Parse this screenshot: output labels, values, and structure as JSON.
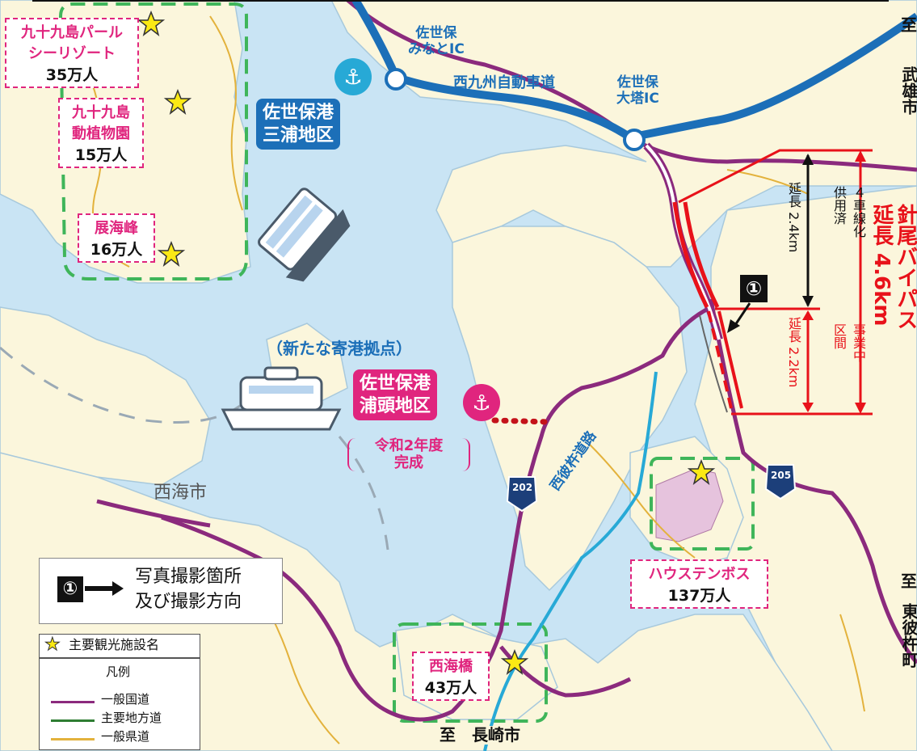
{
  "map": {
    "interchanges": {
      "minato_ic": "佐世保\nみなとIC",
      "expressway": "西九州自動車道",
      "daito_ic": "佐世保\n大塔IC"
    },
    "ports": {
      "miura": "佐世保港\n三浦地区",
      "new_hub": "（新たな寄港拠点）",
      "uragashira": "佐世保港\n浦頭地区",
      "completion": "令和2年度\n完成"
    },
    "places": {
      "saikai_city": "西海市",
      "saihi_road": "西彼杵道路",
      "route_202": "202",
      "route_205": "205"
    },
    "destinations": {
      "takeo_line1": "至",
      "takeo": "武雄市",
      "higashisonogi_line1": "至",
      "higashisonogi": "東彼杵町",
      "nagasaki": "至　長崎市"
    },
    "attractions": [
      {
        "name": "九十九島パール\nシーリゾート",
        "visitors": "35万人"
      },
      {
        "name": "九十九島\n動植物園",
        "visitors": "15万人"
      },
      {
        "name": "展海峰",
        "visitors": "16万人"
      },
      {
        "name": "ハウステンボス",
        "visitors": "137万人"
      },
      {
        "name": "西海橋",
        "visitors": "43万人"
      }
    ],
    "bypass": {
      "title": "針尾バイパス\n延長 4.6km",
      "section_done_label": "４車線化\n供用済",
      "section_done_len": "延長 2.4km",
      "section_work_label": "事業中\n区間",
      "section_work_len": "延長 2.2km",
      "photo_marker": "①"
    },
    "photo_legend": {
      "marker": "①",
      "text": "写真撮影箇所\n及び撮影方向"
    },
    "star_legend": "主要観光施設名",
    "legend": {
      "title": "凡例",
      "items": [
        {
          "label": "一般国道",
          "color": "#8b2a7d"
        },
        {
          "label": "主要地方道",
          "color": "#2e7d32"
        },
        {
          "label": "一般県道",
          "color": "#e3b23c"
        }
      ]
    },
    "colors": {
      "sea": "#c9e4f4",
      "land": "#fbf6dc",
      "expressway": "#1c6fb8",
      "national_route": "#8b2a7d",
      "bypass": "#e8121a",
      "accent_pink": "#e0257e",
      "saihi_road": "#27a9d6",
      "tourist_zone": "#3fb55a"
    }
  }
}
